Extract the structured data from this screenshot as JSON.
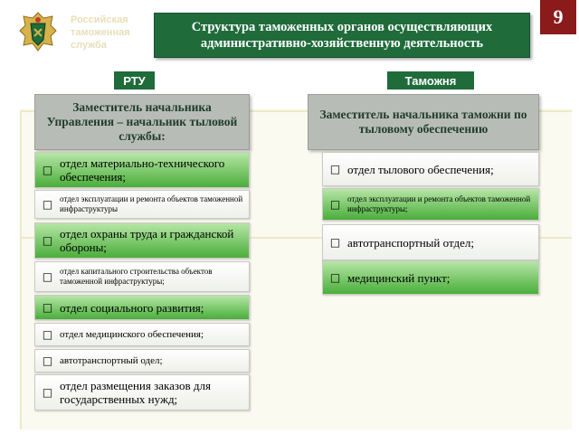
{
  "header": {
    "org_name": "Российская таможенная служба",
    "title": "Структура таможенных органов осуществляющих административно-хозяйственную деятельность",
    "page_number": "9"
  },
  "columns": {
    "left": {
      "label": "РТУ",
      "deputy": "Заместитель начальника Управления – начальник тыловой службы:",
      "departments": [
        "отдел материально-технического обеспечения;",
        "отдел эксплуатации и ремонта объектов таможенной инфраструктуры",
        "отдел охраны труда и гражданской обороны;",
        "отдел капитального строительства объектов таможенной инфраструктуры;",
        "отдел социального развития;",
        "отдел медицинского обеспечения;",
        "автотранспортный одел;",
        "отдел размещения заказов для государственных нужд;"
      ]
    },
    "right": {
      "label": "Таможня",
      "deputy": "Заместитель начальника таможни по тыловому обеспечению",
      "departments": [
        "отдел тылового обеспечения;",
        "отдел эксплуатации и ремонта объектов таможенной инфраструктуры;",
        "автотранспортный отдел;",
        "медицинский пункт;"
      ]
    }
  },
  "icons": {
    "logo": "customs-emblem-icon",
    "bullet": "bullet-square-icon"
  },
  "colors": {
    "accent_green": "#1f6b3a",
    "page_badge": "#8b1a1a",
    "box_green": "#4aae3a"
  }
}
